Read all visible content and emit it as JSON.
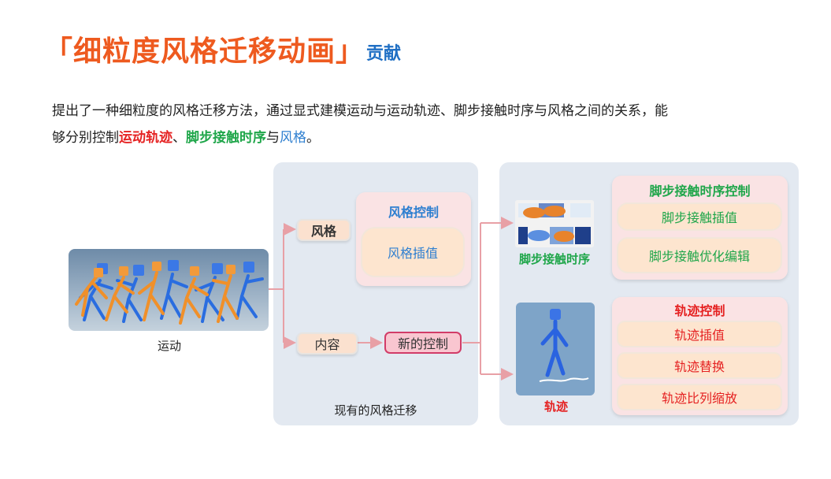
{
  "header": {
    "title": "「细粒度风格迁移动画」",
    "subtitle": "贡献"
  },
  "description": {
    "line1": "提出了一种细粒度的风格迁移方法，通过显式建模运动与运动轨迹、脚步接触时序与风格之间的关系，能",
    "line2_a": "够分别控制",
    "line2_red": "运动轨迹",
    "line2_sep1": "、",
    "line2_green": "脚步接触时序",
    "line2_sep2": "与",
    "line2_blue": "风格",
    "line2_end": "。"
  },
  "diagram": {
    "motion_label": "运动",
    "style_label": "风格",
    "content_label": "内容",
    "new_control_label": "新的控制",
    "existing_caption": "现有的风格迁移",
    "style_control": {
      "title": "风格控制",
      "items": [
        "风格插值"
      ]
    },
    "footstep_caption": "脚步接触时序",
    "trajectory_caption": "轨迹",
    "footstep_control": {
      "title": "脚步接触时序控制",
      "items": [
        "脚步接触插值",
        "脚步接触优化编辑"
      ]
    },
    "trajectory_control": {
      "title": "轨迹控制",
      "items": [
        "轨迹插值",
        "轨迹替换",
        "轨迹比列缩放"
      ]
    }
  },
  "colors": {
    "title_orange": "#ee5a1f",
    "subtitle_blue": "#1f6fc4",
    "accent_red": "#e52222",
    "accent_green": "#1fa64a",
    "accent_blue": "#2e7fd0",
    "arrow_pink": "#e8a0a6"
  }
}
